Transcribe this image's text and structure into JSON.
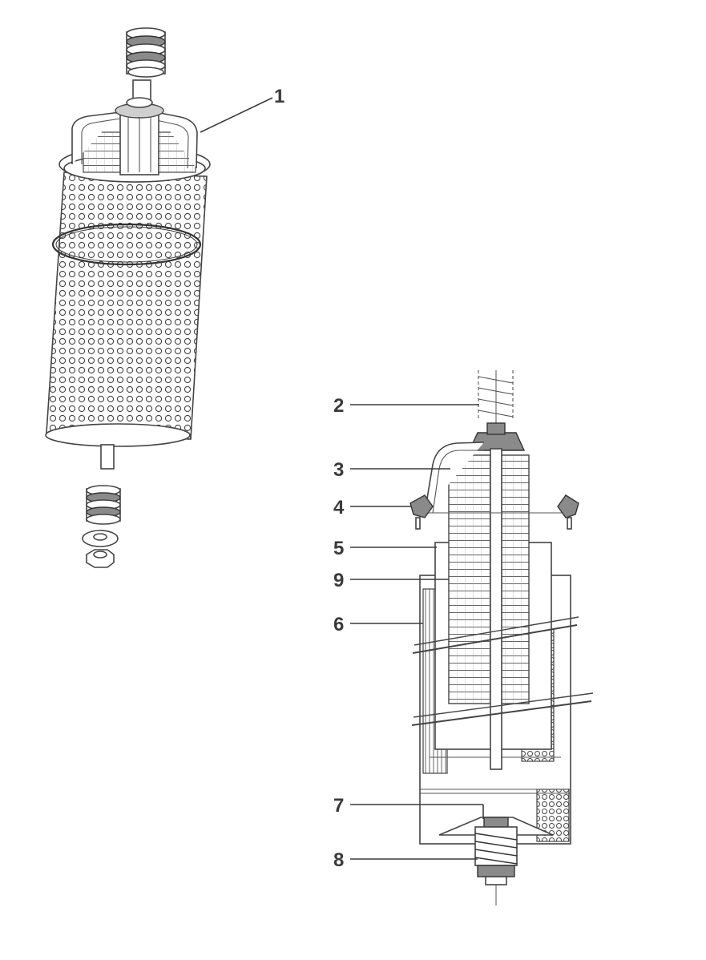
{
  "callouts": [
    {
      "id": "1",
      "label": "1"
    },
    {
      "id": "2",
      "label": "2"
    },
    {
      "id": "3",
      "label": "3"
    },
    {
      "id": "4",
      "label": "4"
    },
    {
      "id": "5",
      "label": "5"
    },
    {
      "id": "9",
      "label": "9"
    },
    {
      "id": "6",
      "label": "6"
    },
    {
      "id": "7",
      "label": "7"
    },
    {
      "id": "8",
      "label": "8"
    }
  ]
}
